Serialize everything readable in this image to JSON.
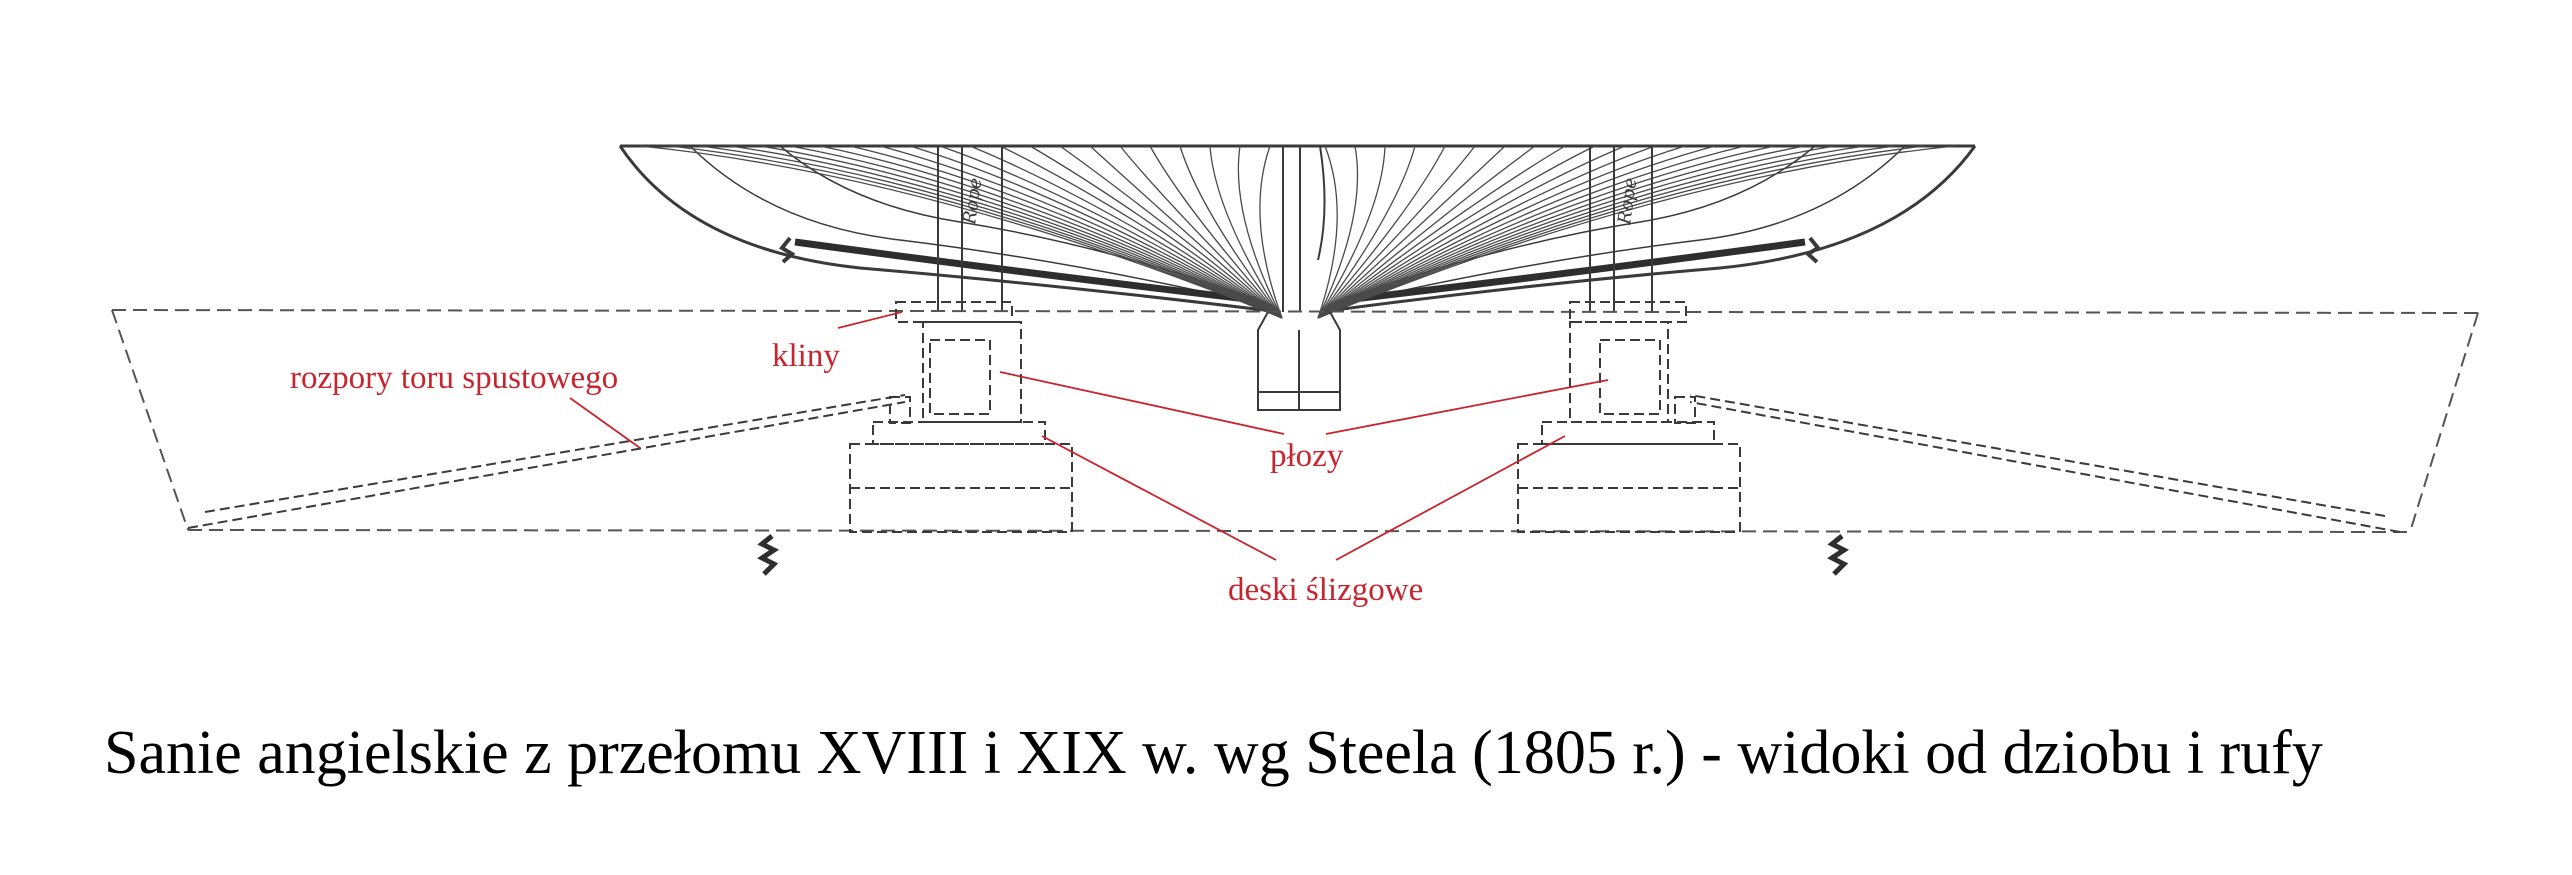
{
  "labels": {
    "rozpory": "rozpory toru spustowego",
    "kliny": "kliny",
    "plozy": "płozy",
    "deski": "deski ślizgowe"
  },
  "hull_marks": {
    "left": "Rope",
    "right": "Rope"
  },
  "caption": "Sanie angielskie z przełomu XVIII i XIX w. wg Steela (1805 r.) - widoki od dziobu i rufy",
  "colors": {
    "annotation": "#c8242e",
    "drawing": "#3a3a3a",
    "background": "#ffffff"
  }
}
